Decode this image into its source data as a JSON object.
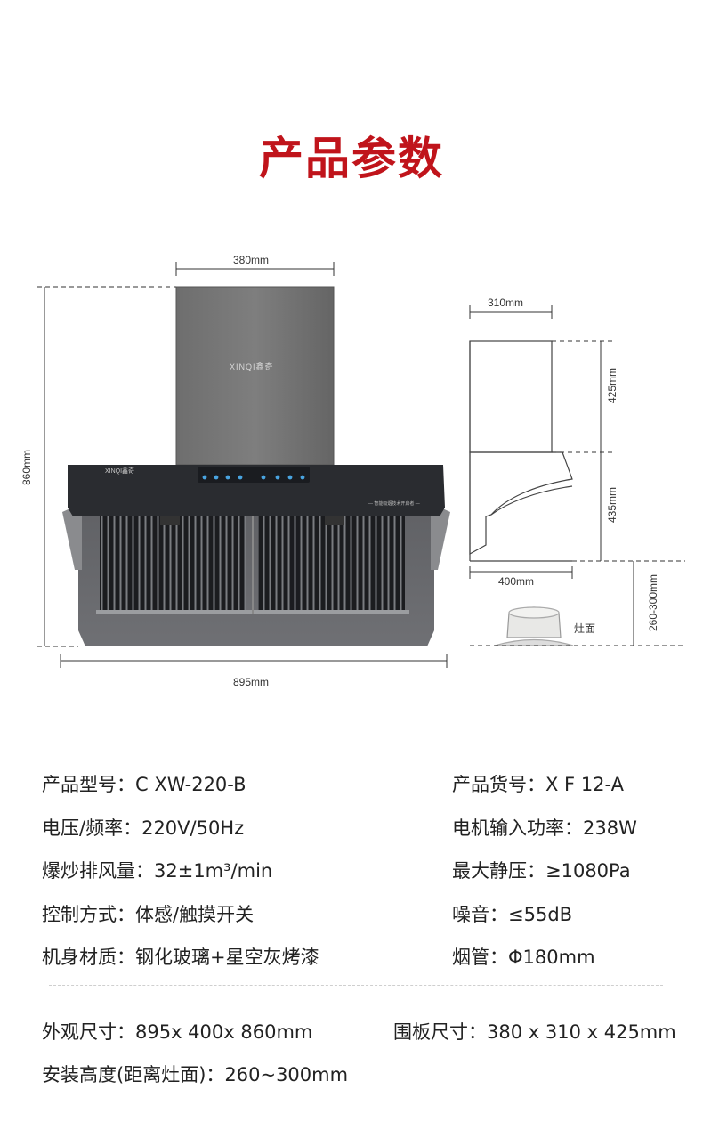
{
  "title": "产品参数",
  "front_view": {
    "brand_logo": "XINQI鑫奇",
    "panel_note": "— 智能吸烟技术开启者 —",
    "dims": {
      "top_width": "380mm",
      "height": "860mm",
      "width": "895mm"
    }
  },
  "side_view": {
    "dims": {
      "top_width": "310mm",
      "upper_height": "425mm",
      "lower_height": "435mm",
      "depth": "400mm",
      "install_height": "260-300mm"
    },
    "stove_label": "灶面"
  },
  "specs": [
    {
      "label": "产品型号",
      "value": "C XW-220-B"
    },
    {
      "label": "产品货号",
      "value": "X F 12-A"
    },
    {
      "label": "电压/频率",
      "value": "220V/50Hz"
    },
    {
      "label": "电机输入功率",
      "value": "238W"
    },
    {
      "label": "爆炒排风量",
      "value": "32±1m³/min"
    },
    {
      "label": "最大静压",
      "value": "≥1080Pa"
    },
    {
      "label": "控制方式",
      "value": "体感/触摸开关"
    },
    {
      "label": "噪音",
      "value": "≤55dB"
    },
    {
      "label": "机身材质",
      "value": "钢化玻璃+星空灰烤漆"
    },
    {
      "label": "烟管",
      "value": "Φ180mm"
    }
  ],
  "dimensions": [
    {
      "label": "外观尺寸",
      "value": "895x 400x 860mm"
    },
    {
      "label": "围板尺寸",
      "value": "380 x 310 x 425mm"
    },
    {
      "label": "安装高度(距离灶面)",
      "value": "260~300mm"
    }
  ],
  "colors": {
    "title": "#c0141b",
    "body_gray": "#6b6b6b",
    "panel_dark": "#2a2c30"
  }
}
